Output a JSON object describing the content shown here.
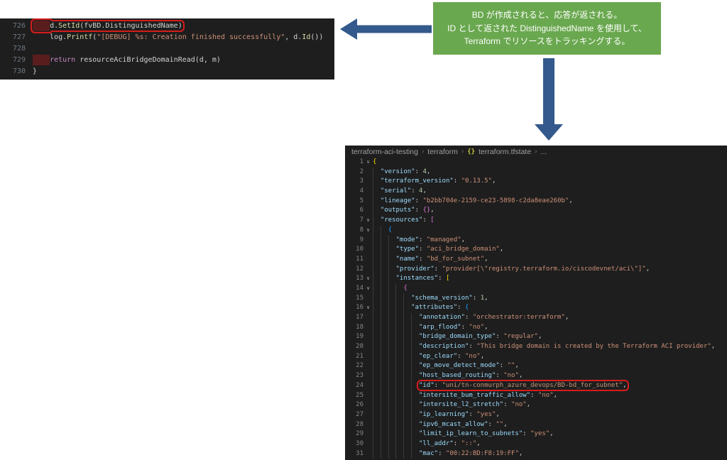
{
  "annotation": {
    "bg": "#6aa84f",
    "lines": [
      "BD が作成されると、応答が返される。",
      "ID として返された DistinguishedName を使用して、",
      "Terraform でリソースをトラッキングする。"
    ]
  },
  "arrows": {
    "color": "#34598c"
  },
  "go_editor": {
    "bg": "#1e1e1e",
    "lines": [
      {
        "num": "726",
        "marker": true,
        "boxed": true,
        "tokens": [
          [
            "d.",
            "fg"
          ],
          [
            "SetId",
            "fn"
          ],
          [
            "(fvBD.DistinguishedName)",
            "fg"
          ]
        ]
      },
      {
        "num": "727",
        "tokens": [
          [
            "    log.",
            "fg"
          ],
          [
            "Printf",
            "fn"
          ],
          [
            "(",
            "fg"
          ],
          [
            "\"[DEBUG] %s: Creation finished successfully\"",
            "str"
          ],
          [
            ", d.",
            "fg"
          ],
          [
            "Id",
            "fn"
          ],
          [
            "())",
            "fg"
          ]
        ]
      },
      {
        "num": "728",
        "tokens": []
      },
      {
        "num": "729",
        "marker": true,
        "tokens": [
          [
            "return",
            "kw"
          ],
          [
            " resourceAciBridgeDomainRead(d, m)",
            "fg"
          ]
        ]
      },
      {
        "num": "730",
        "tokens": [
          [
            "}",
            "fg"
          ]
        ]
      }
    ]
  },
  "tfstate_editor": {
    "bg": "#1e1e1e",
    "breadcrumb": [
      "terraform-aci-testing",
      "terraform",
      "terraform.tfstate",
      "..."
    ],
    "separator": "›",
    "file_icon": "{}",
    "lines": [
      {
        "num": "1",
        "fold": true,
        "guides": 0,
        "tokens": [
          [
            "{",
            "b1"
          ]
        ]
      },
      {
        "num": "2",
        "guides": 1,
        "tokens": [
          [
            "\"version\"",
            "k"
          ],
          [
            ": ",
            "p"
          ],
          [
            "4",
            "n"
          ],
          [
            ",",
            "p"
          ]
        ]
      },
      {
        "num": "3",
        "guides": 1,
        "tokens": [
          [
            "\"terraform_version\"",
            "k"
          ],
          [
            ": ",
            "p"
          ],
          [
            "\"0.13.5\"",
            "s"
          ],
          [
            ",",
            "p"
          ]
        ]
      },
      {
        "num": "4",
        "guides": 1,
        "tokens": [
          [
            "\"serial\"",
            "k"
          ],
          [
            ": ",
            "p"
          ],
          [
            "4",
            "n"
          ],
          [
            ",",
            "p"
          ]
        ]
      },
      {
        "num": "5",
        "guides": 1,
        "tokens": [
          [
            "\"lineage\"",
            "k"
          ],
          [
            ": ",
            "p"
          ],
          [
            "\"b2bb704e-2159-ce23-5898-c2da8eae260b\"",
            "s"
          ],
          [
            ",",
            "p"
          ]
        ]
      },
      {
        "num": "6",
        "guides": 1,
        "tokens": [
          [
            "\"outputs\"",
            "k"
          ],
          [
            ": ",
            "p"
          ],
          [
            "{}",
            "b2"
          ],
          [
            ",",
            "p"
          ]
        ]
      },
      {
        "num": "7",
        "fold": true,
        "guides": 1,
        "tokens": [
          [
            "\"resources\"",
            "k"
          ],
          [
            ": ",
            "p"
          ],
          [
            "[",
            "b2"
          ]
        ]
      },
      {
        "num": "8",
        "fold": true,
        "guides": 2,
        "tokens": [
          [
            "{",
            "b3"
          ]
        ]
      },
      {
        "num": "9",
        "guides": 3,
        "tokens": [
          [
            "\"mode\"",
            "k"
          ],
          [
            ": ",
            "p"
          ],
          [
            "\"managed\"",
            "s"
          ],
          [
            ",",
            "p"
          ]
        ]
      },
      {
        "num": "10",
        "guides": 3,
        "tokens": [
          [
            "\"type\"",
            "k"
          ],
          [
            ": ",
            "p"
          ],
          [
            "\"aci_bridge_domain\"",
            "s"
          ],
          [
            ",",
            "p"
          ]
        ]
      },
      {
        "num": "11",
        "guides": 3,
        "tokens": [
          [
            "\"name\"",
            "k"
          ],
          [
            ": ",
            "p"
          ],
          [
            "\"bd_for_subnet\"",
            "s"
          ],
          [
            ",",
            "p"
          ]
        ]
      },
      {
        "num": "12",
        "guides": 3,
        "tokens": [
          [
            "\"provider\"",
            "k"
          ],
          [
            ": ",
            "p"
          ],
          [
            "\"provider[\\\"registry.terraform.io/ciscodevnet/aci\\\"]\"",
            "s"
          ],
          [
            ",",
            "p"
          ]
        ]
      },
      {
        "num": "13",
        "fold": true,
        "guides": 3,
        "tokens": [
          [
            "\"instances\"",
            "k"
          ],
          [
            ": ",
            "p"
          ],
          [
            "[",
            "b1"
          ]
        ]
      },
      {
        "num": "14",
        "fold": true,
        "guides": 4,
        "tokens": [
          [
            "{",
            "b2"
          ]
        ]
      },
      {
        "num": "15",
        "guides": 5,
        "tokens": [
          [
            "\"schema_version\"",
            "k"
          ],
          [
            ": ",
            "p"
          ],
          [
            "1",
            "n"
          ],
          [
            ",",
            "p"
          ]
        ]
      },
      {
        "num": "16",
        "fold": true,
        "guides": 5,
        "tokens": [
          [
            "\"attributes\"",
            "k"
          ],
          [
            ": ",
            "p"
          ],
          [
            "{",
            "b3"
          ]
        ]
      },
      {
        "num": "17",
        "guides": 6,
        "tokens": [
          [
            "\"annotation\"",
            "k"
          ],
          [
            ": ",
            "p"
          ],
          [
            "\"orchestrator:terraform\"",
            "s"
          ],
          [
            ",",
            "p"
          ]
        ]
      },
      {
        "num": "18",
        "guides": 6,
        "tokens": [
          [
            "\"arp_flood\"",
            "k"
          ],
          [
            ": ",
            "p"
          ],
          [
            "\"no\"",
            "s"
          ],
          [
            ",",
            "p"
          ]
        ]
      },
      {
        "num": "19",
        "guides": 6,
        "tokens": [
          [
            "\"bridge_domain_type\"",
            "k"
          ],
          [
            ": ",
            "p"
          ],
          [
            "\"regular\"",
            "s"
          ],
          [
            ",",
            "p"
          ]
        ]
      },
      {
        "num": "20",
        "guides": 6,
        "tokens": [
          [
            "\"description\"",
            "k"
          ],
          [
            ": ",
            "p"
          ],
          [
            "\"This bridge domain is created by the Terraform ACI provider\"",
            "s"
          ],
          [
            ",",
            "p"
          ]
        ]
      },
      {
        "num": "21",
        "guides": 6,
        "tokens": [
          [
            "\"ep_clear\"",
            "k"
          ],
          [
            ": ",
            "p"
          ],
          [
            "\"no\"",
            "s"
          ],
          [
            ",",
            "p"
          ]
        ]
      },
      {
        "num": "22",
        "guides": 6,
        "tokens": [
          [
            "\"ep_move_detect_mode\"",
            "k"
          ],
          [
            ": ",
            "p"
          ],
          [
            "\"\"",
            "s"
          ],
          [
            ",",
            "p"
          ]
        ]
      },
      {
        "num": "23",
        "guides": 6,
        "tokens": [
          [
            "\"host_based_routing\"",
            "k"
          ],
          [
            ": ",
            "p"
          ],
          [
            "\"no\"",
            "s"
          ],
          [
            ",",
            "p"
          ]
        ]
      },
      {
        "num": "24",
        "guides": 6,
        "boxed": true,
        "tokens": [
          [
            "\"id\"",
            "k"
          ],
          [
            ": ",
            "p"
          ],
          [
            "\"uni/tn-conmurph_azure_devops/BD-bd_for_subnet\"",
            "s"
          ],
          [
            ",",
            "p"
          ]
        ]
      },
      {
        "num": "25",
        "guides": 6,
        "tokens": [
          [
            "\"intersite_bum_traffic_allow\"",
            "k"
          ],
          [
            ": ",
            "p"
          ],
          [
            "\"no\"",
            "s"
          ],
          [
            ",",
            "p"
          ]
        ]
      },
      {
        "num": "26",
        "guides": 6,
        "tokens": [
          [
            "\"intersite_l2_stretch\"",
            "k"
          ],
          [
            ": ",
            "p"
          ],
          [
            "\"no\"",
            "s"
          ],
          [
            ",",
            "p"
          ]
        ]
      },
      {
        "num": "27",
        "guides": 6,
        "tokens": [
          [
            "\"ip_learning\"",
            "k"
          ],
          [
            ": ",
            "p"
          ],
          [
            "\"yes\"",
            "s"
          ],
          [
            ",",
            "p"
          ]
        ]
      },
      {
        "num": "28",
        "guides": 6,
        "tokens": [
          [
            "\"ipv6_mcast_allow\"",
            "k"
          ],
          [
            ": ",
            "p"
          ],
          [
            "\"\"",
            "s"
          ],
          [
            ",",
            "p"
          ]
        ]
      },
      {
        "num": "29",
        "guides": 6,
        "tokens": [
          [
            "\"limit_ip_learn_to_subnets\"",
            "k"
          ],
          [
            ": ",
            "p"
          ],
          [
            "\"yes\"",
            "s"
          ],
          [
            ",",
            "p"
          ]
        ]
      },
      {
        "num": "30",
        "guides": 6,
        "tokens": [
          [
            "\"ll_addr\"",
            "k"
          ],
          [
            ": ",
            "p"
          ],
          [
            "\"::\"",
            "s"
          ],
          [
            ",",
            "p"
          ]
        ]
      },
      {
        "num": "31",
        "guides": 6,
        "tokens": [
          [
            "\"mac\"",
            "k"
          ],
          [
            ": ",
            "p"
          ],
          [
            "\"00:22:BD:F8:19:FF\"",
            "s"
          ],
          [
            ",",
            "p"
          ]
        ]
      }
    ]
  }
}
